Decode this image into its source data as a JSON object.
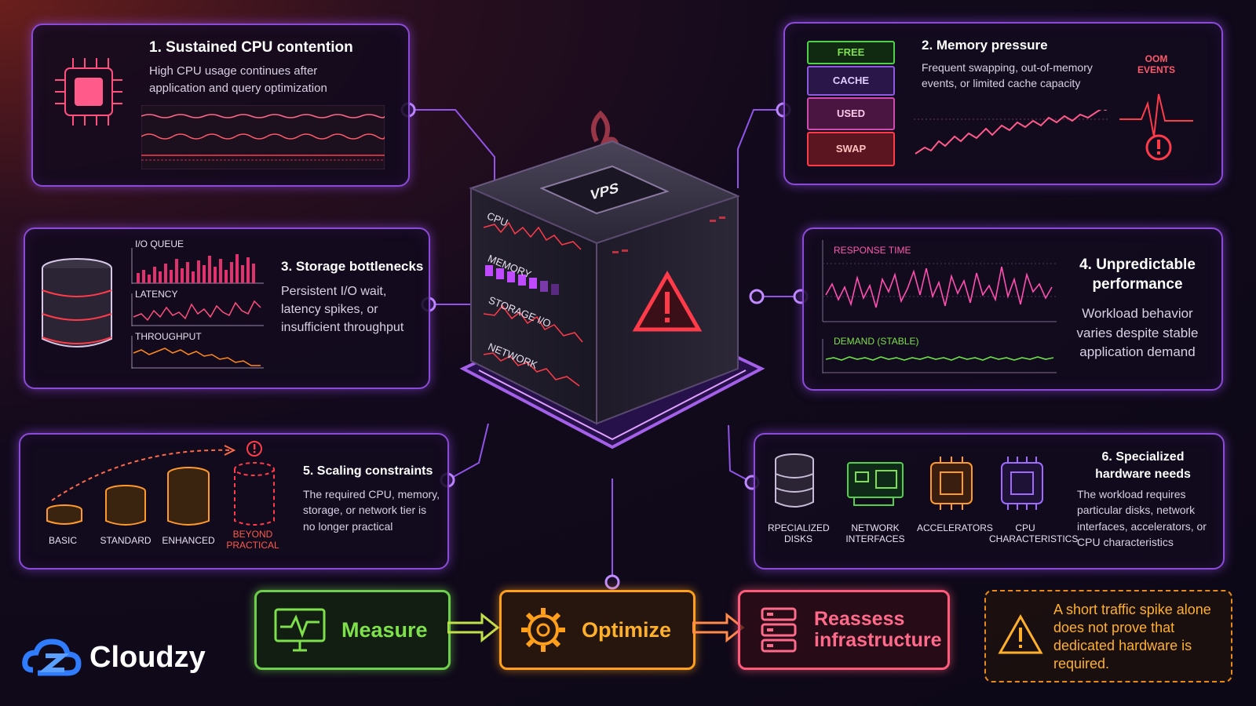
{
  "cpu": {
    "title": "1. Sustained CPU contention",
    "text": "High CPU usage continues after application and query optimization"
  },
  "memory": {
    "title": "2. Memory pressure",
    "text": "Frequent swapping, out-of-memory events, or limited cache capacity",
    "bars": [
      "FREE",
      "CACHE",
      "USED",
      "SWAP"
    ],
    "oom_label": "OOM EVENTS"
  },
  "storage": {
    "title": "3. Storage bottlenecks",
    "text": "Persistent I/O wait, latency spikes, or insufficient throughput",
    "charts": [
      "I/O QUEUE",
      "LATENCY",
      "THROUGHPUT"
    ]
  },
  "performance": {
    "title": "4. Unpredictable performance",
    "text": "Workload behavior varies despite stable application demand",
    "charts": [
      "RESPONSE TIME",
      "DEMAND (STABLE)"
    ]
  },
  "scaling": {
    "title": "5. Scaling constraints",
    "text": "The required CPU, memory, storage, or network tier is no longer practical",
    "tiers": [
      "BASIC",
      "STANDARD",
      "ENHANCED",
      "BEYOND PRACTICAL"
    ]
  },
  "hardware": {
    "title": "6. Specialized hardware needs",
    "text": "The workload requires particular disks, network interfaces, accelerators, or CPU characteristics",
    "items": [
      "RPECIALIZED DISKS",
      "NETWORK INTERFACES",
      "ACCELERATORS",
      "CPU CHARACTERISTICS"
    ]
  },
  "vps": {
    "label": "VPS",
    "metrics": [
      "CPU",
      "MEMORY",
      "STORAGE I/O",
      "NETWORK"
    ]
  },
  "flow": {
    "steps": [
      "Measure",
      "Optimize",
      "Reassess infrastructure"
    ]
  },
  "note": {
    "text": "A short traffic spike alone does not prove that dedicated hardware is required."
  },
  "brand": {
    "name": "Cloudzy"
  },
  "colors": {
    "accent": "#8b4bd6",
    "alert": "#ff3b4a",
    "measure": "#7ee04a",
    "optimize": "#ff9f1a",
    "reassess": "#ff5a7a"
  }
}
